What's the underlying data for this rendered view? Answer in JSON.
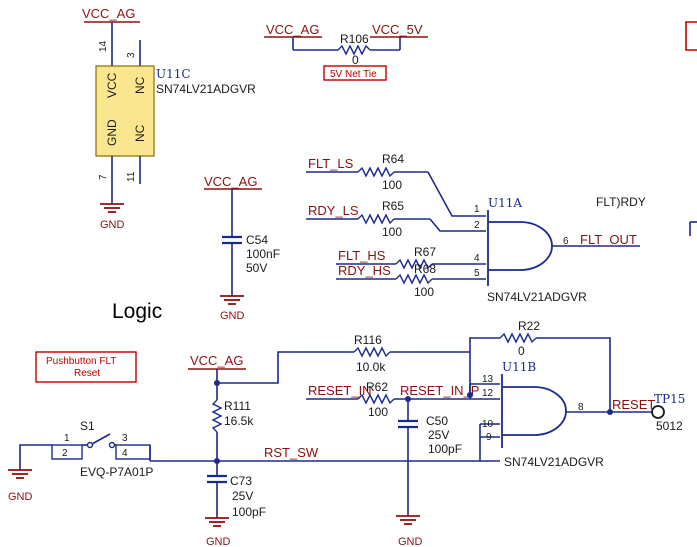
{
  "nets": {
    "vcc_ag": "VCC_AG",
    "vcc_5v": "VCC_5V",
    "gnd": "GND",
    "flt_ls": "FLT_LS",
    "rdy_ls": "RDY_LS",
    "flt_hs": "FLT_HS",
    "rdy_hs": "RDY_HS",
    "flt_out": "FLT_OUT",
    "flt_rdy": "FLT)RDY",
    "reset_in": "RESET_IN",
    "reset_in_partial": "RESET_IN_P",
    "reset": "RESET",
    "rst_sw": "RST_SW"
  },
  "u11c": {
    "ref": "U11C",
    "part": "SN74LV21ADGVR",
    "pin_vcc": "VCC",
    "pin_gnd": "GND",
    "pin_nc1": "NC",
    "pin_nc2": "NC",
    "pin14": "14",
    "pin3": "3",
    "pin7": "7",
    "pin11": "11"
  },
  "r106": {
    "ref": "R106",
    "value": "0",
    "note": "5V Net Tie"
  },
  "r64": {
    "ref": "R64",
    "value": "100"
  },
  "r65": {
    "ref": "R65",
    "value": "100"
  },
  "r67": {
    "ref": "R67",
    "value": "100"
  },
  "r68": {
    "ref": "R68",
    "value": "100"
  },
  "c54": {
    "ref": "C54",
    "value": "100nF",
    "voltage": "50V"
  },
  "u11a": {
    "ref": "U11A",
    "part": "SN74LV21ADGVR",
    "pins": [
      "1",
      "2",
      "4",
      "5",
      "6"
    ]
  },
  "logic_title": "Logic",
  "reset_note": {
    "line1": "Pushbutton FLT",
    "line2": "Reset"
  },
  "r116": {
    "ref": "R116",
    "value": "10.0k"
  },
  "r22": {
    "ref": "R22",
    "value": "0"
  },
  "r62": {
    "ref": "R62",
    "value": "100"
  },
  "r111": {
    "ref": "R111",
    "value": "16.5k"
  },
  "c50": {
    "ref": "C50",
    "value": "25V",
    "cap": "100pF"
  },
  "c73": {
    "ref": "C73",
    "value": "25V",
    "cap": "100pF"
  },
  "u11b": {
    "ref": "U11B",
    "part": "SN74LV21ADGVR",
    "pins": [
      "13",
      "12",
      "10",
      "9",
      "8"
    ]
  },
  "s1": {
    "ref": "S1",
    "part": "EVQ-P7A01P",
    "pins": [
      "1",
      "2",
      "3",
      "4"
    ]
  },
  "tp15": {
    "ref": "TP15",
    "value": "5012"
  }
}
